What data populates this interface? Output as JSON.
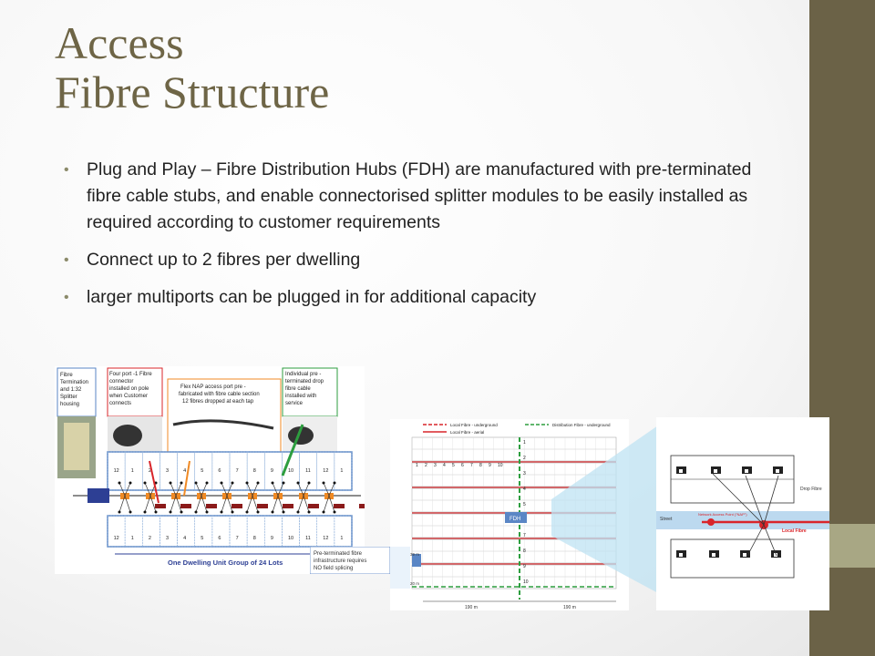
{
  "title": {
    "line1": "Access",
    "line2": "Fibre Structure"
  },
  "bullets": [
    "Plug and Play – Fibre Distribution Hubs (FDH) are manufactured with pre-terminated fibre cable stubs, and enable connectorised splitter modules to be easily installed as required according to customer requirements",
    "Connect up to 2 fibres per dwelling",
    " larger multiports can be plugged in for additional capacity"
  ],
  "left_diagram": {
    "callouts": [
      "Fibre Termination and 1:32 Splitter housing",
      "Four port -1 Fibre connector installed on pole when Customer connects",
      "Flex NAP access port pre - fabricated with fibre cable section 12 fibres dropped at each tap",
      "Individual pre - terminated drop fibre cable installed with service"
    ],
    "top_lots": [
      "12",
      "1",
      "2",
      "3",
      "4",
      "5",
      "6",
      "7",
      "8",
      "9",
      "10",
      "11",
      "12",
      "1"
    ],
    "bottom_lots": [
      "12",
      "1",
      "2",
      "3",
      "4",
      "5",
      "6",
      "7",
      "8",
      "9",
      "10",
      "11",
      "12",
      "1"
    ],
    "group_label": "One Dwelling Unit Group of 24 Lots"
  },
  "middle_diagram": {
    "legend": [
      "Local Fibre - underground",
      "Local Fibre - aerial",
      "Distribution Fibre - underground"
    ],
    "lots": [
      "1",
      "2",
      "3",
      "4",
      "5",
      "6",
      "7",
      "8",
      "9",
      "10"
    ],
    "right_numbers": [
      "1",
      "2",
      "3",
      "4",
      "5",
      "6",
      "7",
      "8",
      "9",
      "10"
    ],
    "fdh_label": "FDH",
    "note": [
      "Pre-terminated fibre",
      "infrastructure requires",
      "NO field splicing"
    ],
    "dims": [
      "190 m",
      "190 m"
    ],
    "side_dims": [
      "39 m",
      "20 m"
    ]
  },
  "right_diagram": {
    "labels": {
      "drop": "Drop Fibre",
      "street": "Street",
      "nap": "Network Access Point (\"NAP\")",
      "local": "Local Fibre"
    }
  },
  "colors": {
    "accent": "#6e6546",
    "fibre_red": "#d9252a",
    "fibre_green": "#2d9e3f",
    "panel_blue": "#5a86c5"
  }
}
